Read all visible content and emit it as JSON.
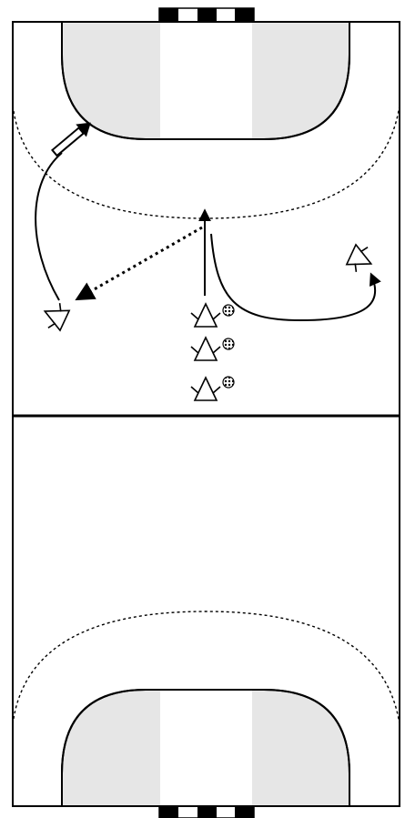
{
  "diagram": {
    "kind": "handball-court-drill",
    "court": {
      "halves": 2,
      "goals": 2,
      "goal_area_fill": "#e6e6e6",
      "goal_post_color": "#000000",
      "line_color": "#000000"
    },
    "players": {
      "icon": "triangle-player-icon",
      "count": 5,
      "with_ball_count": 3
    },
    "moves": {
      "solid_arrow_count": 3,
      "pass_arrow_count": 1,
      "shot_arrow_count": 1
    }
  }
}
